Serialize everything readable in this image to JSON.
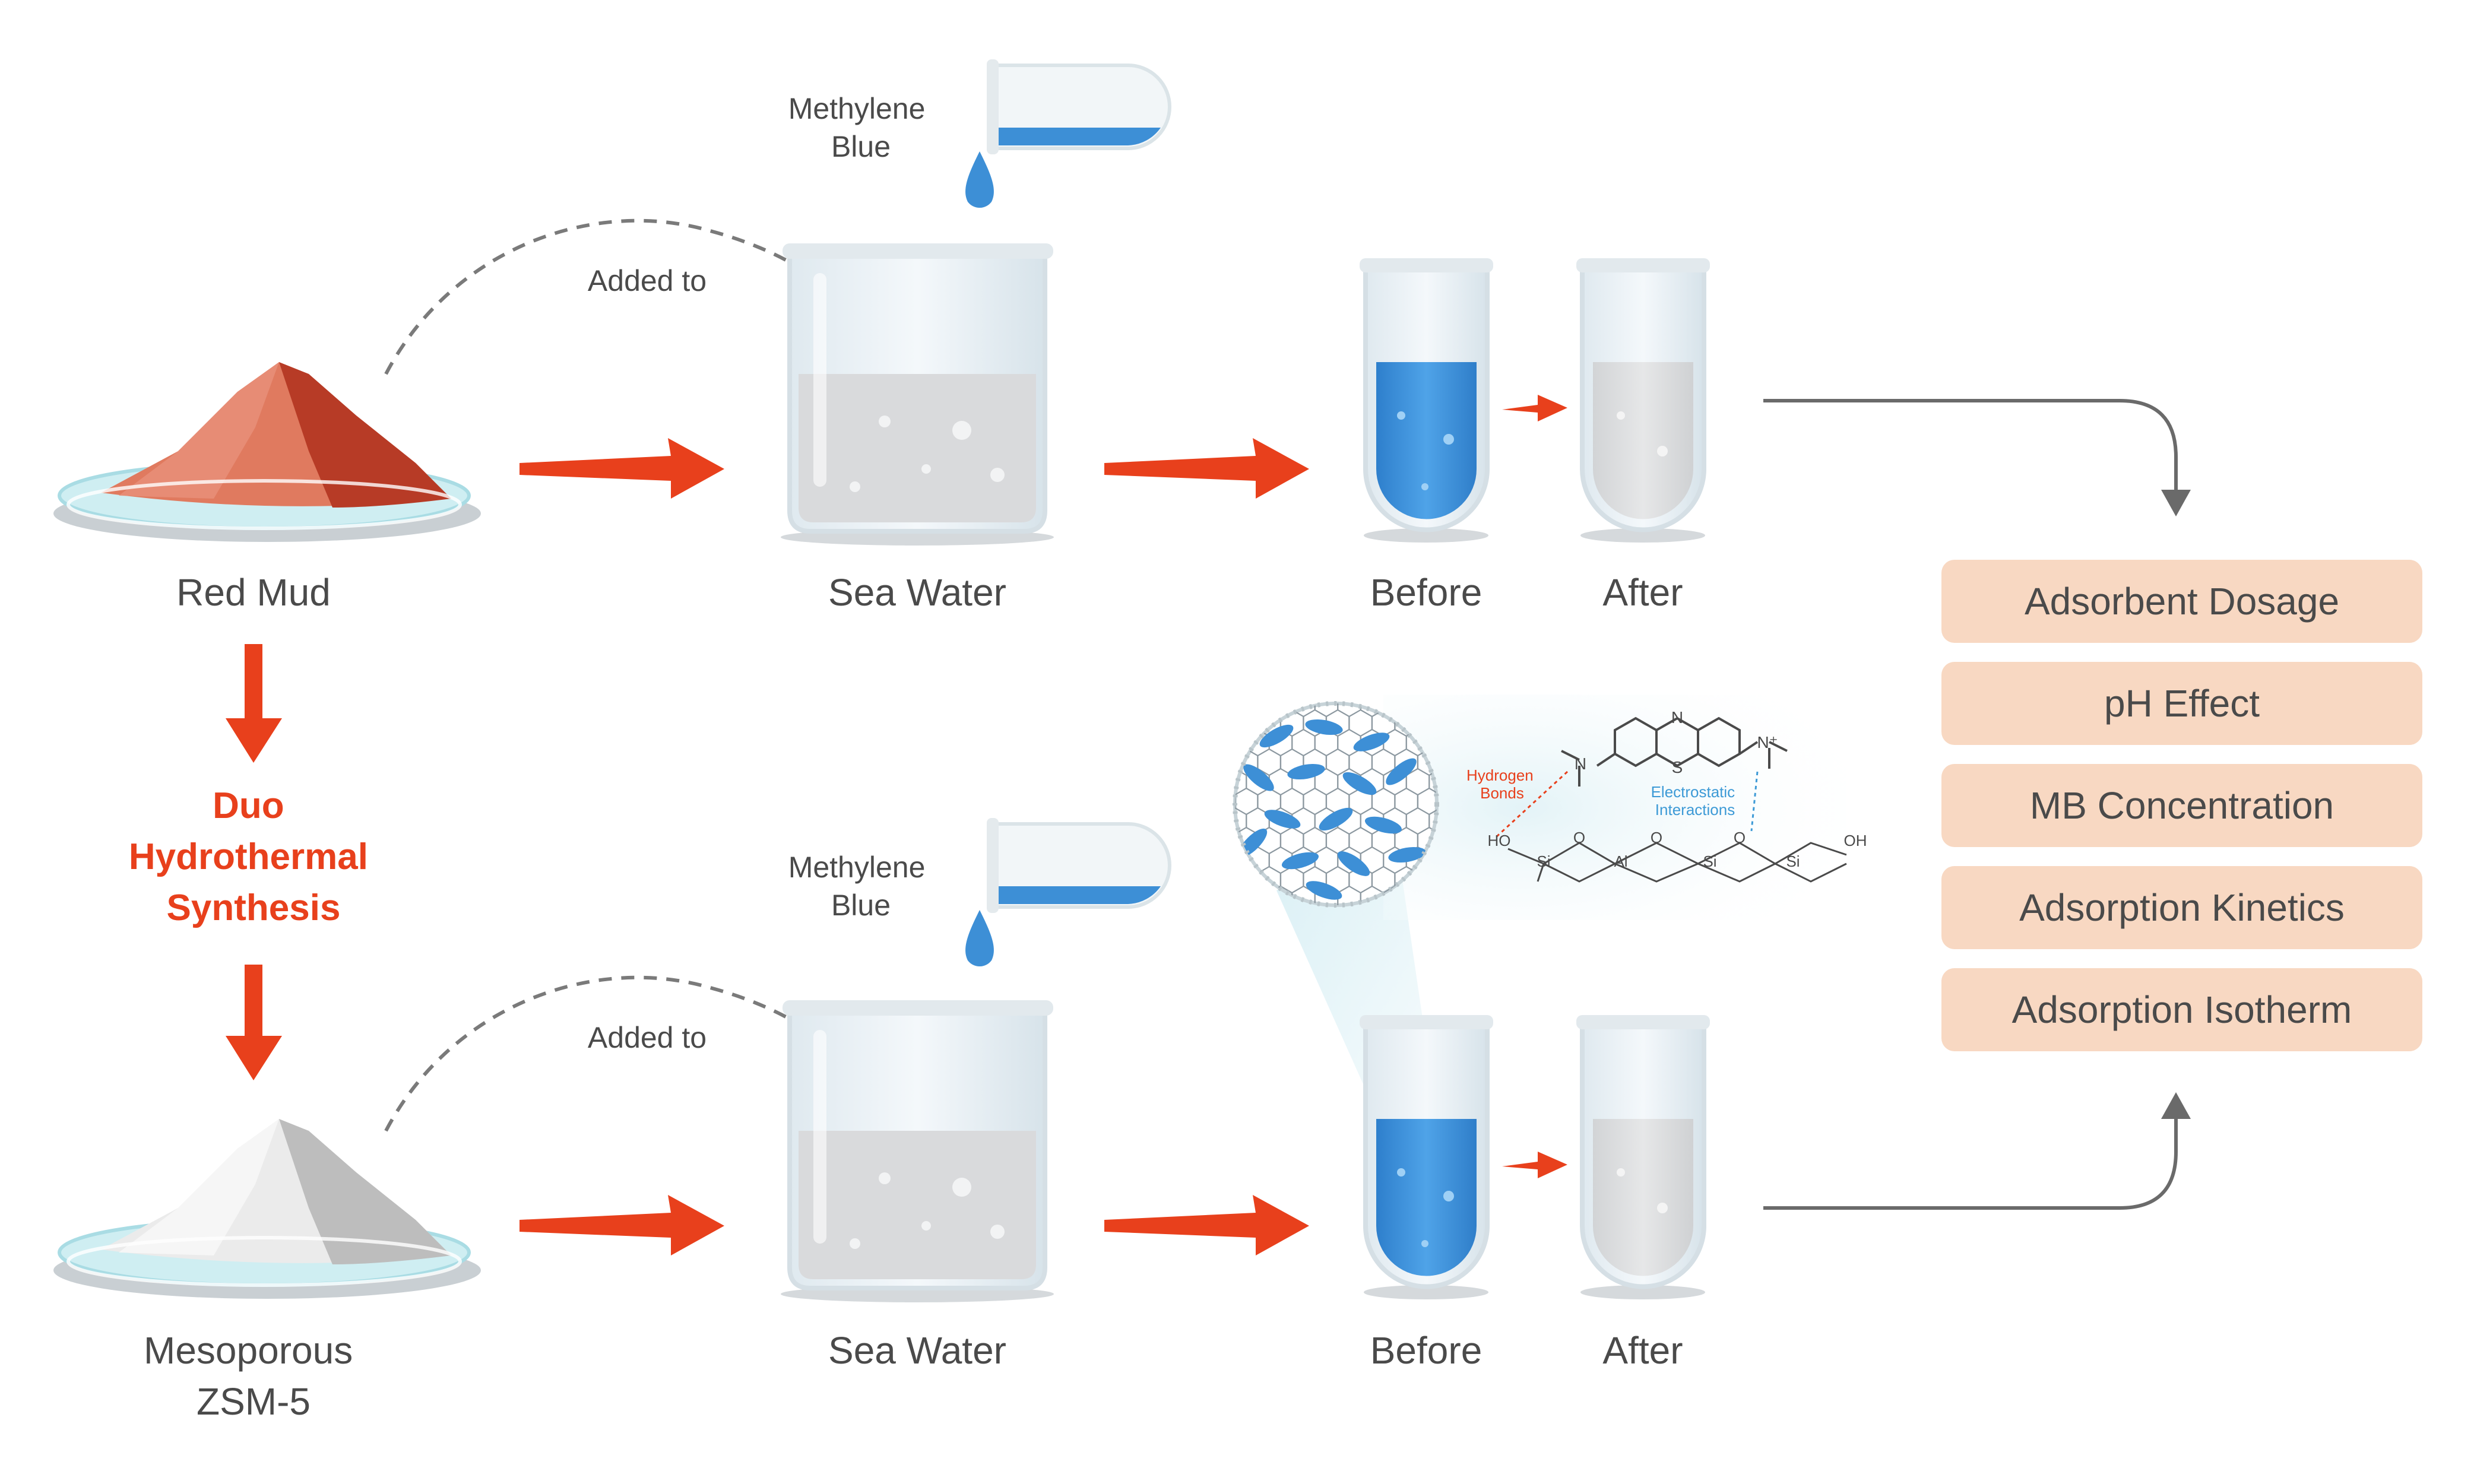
{
  "rows": [
    {
      "material_label": [
        "Red Mud"
      ],
      "dye_label": [
        "Methylene",
        "Blue"
      ],
      "added_label": "Added to",
      "beaker_label": "Sea Water",
      "before_label": "Before",
      "after_label": "After"
    },
    {
      "material_label": [
        "Mesoporous",
        "ZSM-5"
      ],
      "dye_label": [
        "Methylene",
        "Blue"
      ],
      "added_label": "Added to",
      "beaker_label": "Sea Water",
      "before_label": "Before",
      "after_label": "After"
    }
  ],
  "synthesis_label": [
    "Duo",
    "Hydrothermal",
    "Synthesis"
  ],
  "studies": [
    "Adsorbent Dosage",
    "pH Effect",
    "MB Concentration",
    "Adsorption Kinetics",
    "Adsorption Isotherm"
  ],
  "mechanism": {
    "hydrogen_label": [
      "Hydrogen",
      "Bonds"
    ],
    "electrostatic_label": [
      "Electrostatic",
      "Interactions"
    ],
    "framework_atoms": [
      "HO",
      "Si",
      "O",
      "Al",
      "O",
      "Si",
      "O",
      "Si",
      "OH"
    ]
  },
  "colors": {
    "accent_red": "#e8401c",
    "label_gray": "#4a4a4a",
    "card_fill": "#f8d8c2",
    "blue_liquid": "#3d8fd6",
    "red_mud": "#c9533a",
    "zsm5": "#d9d9d9"
  }
}
